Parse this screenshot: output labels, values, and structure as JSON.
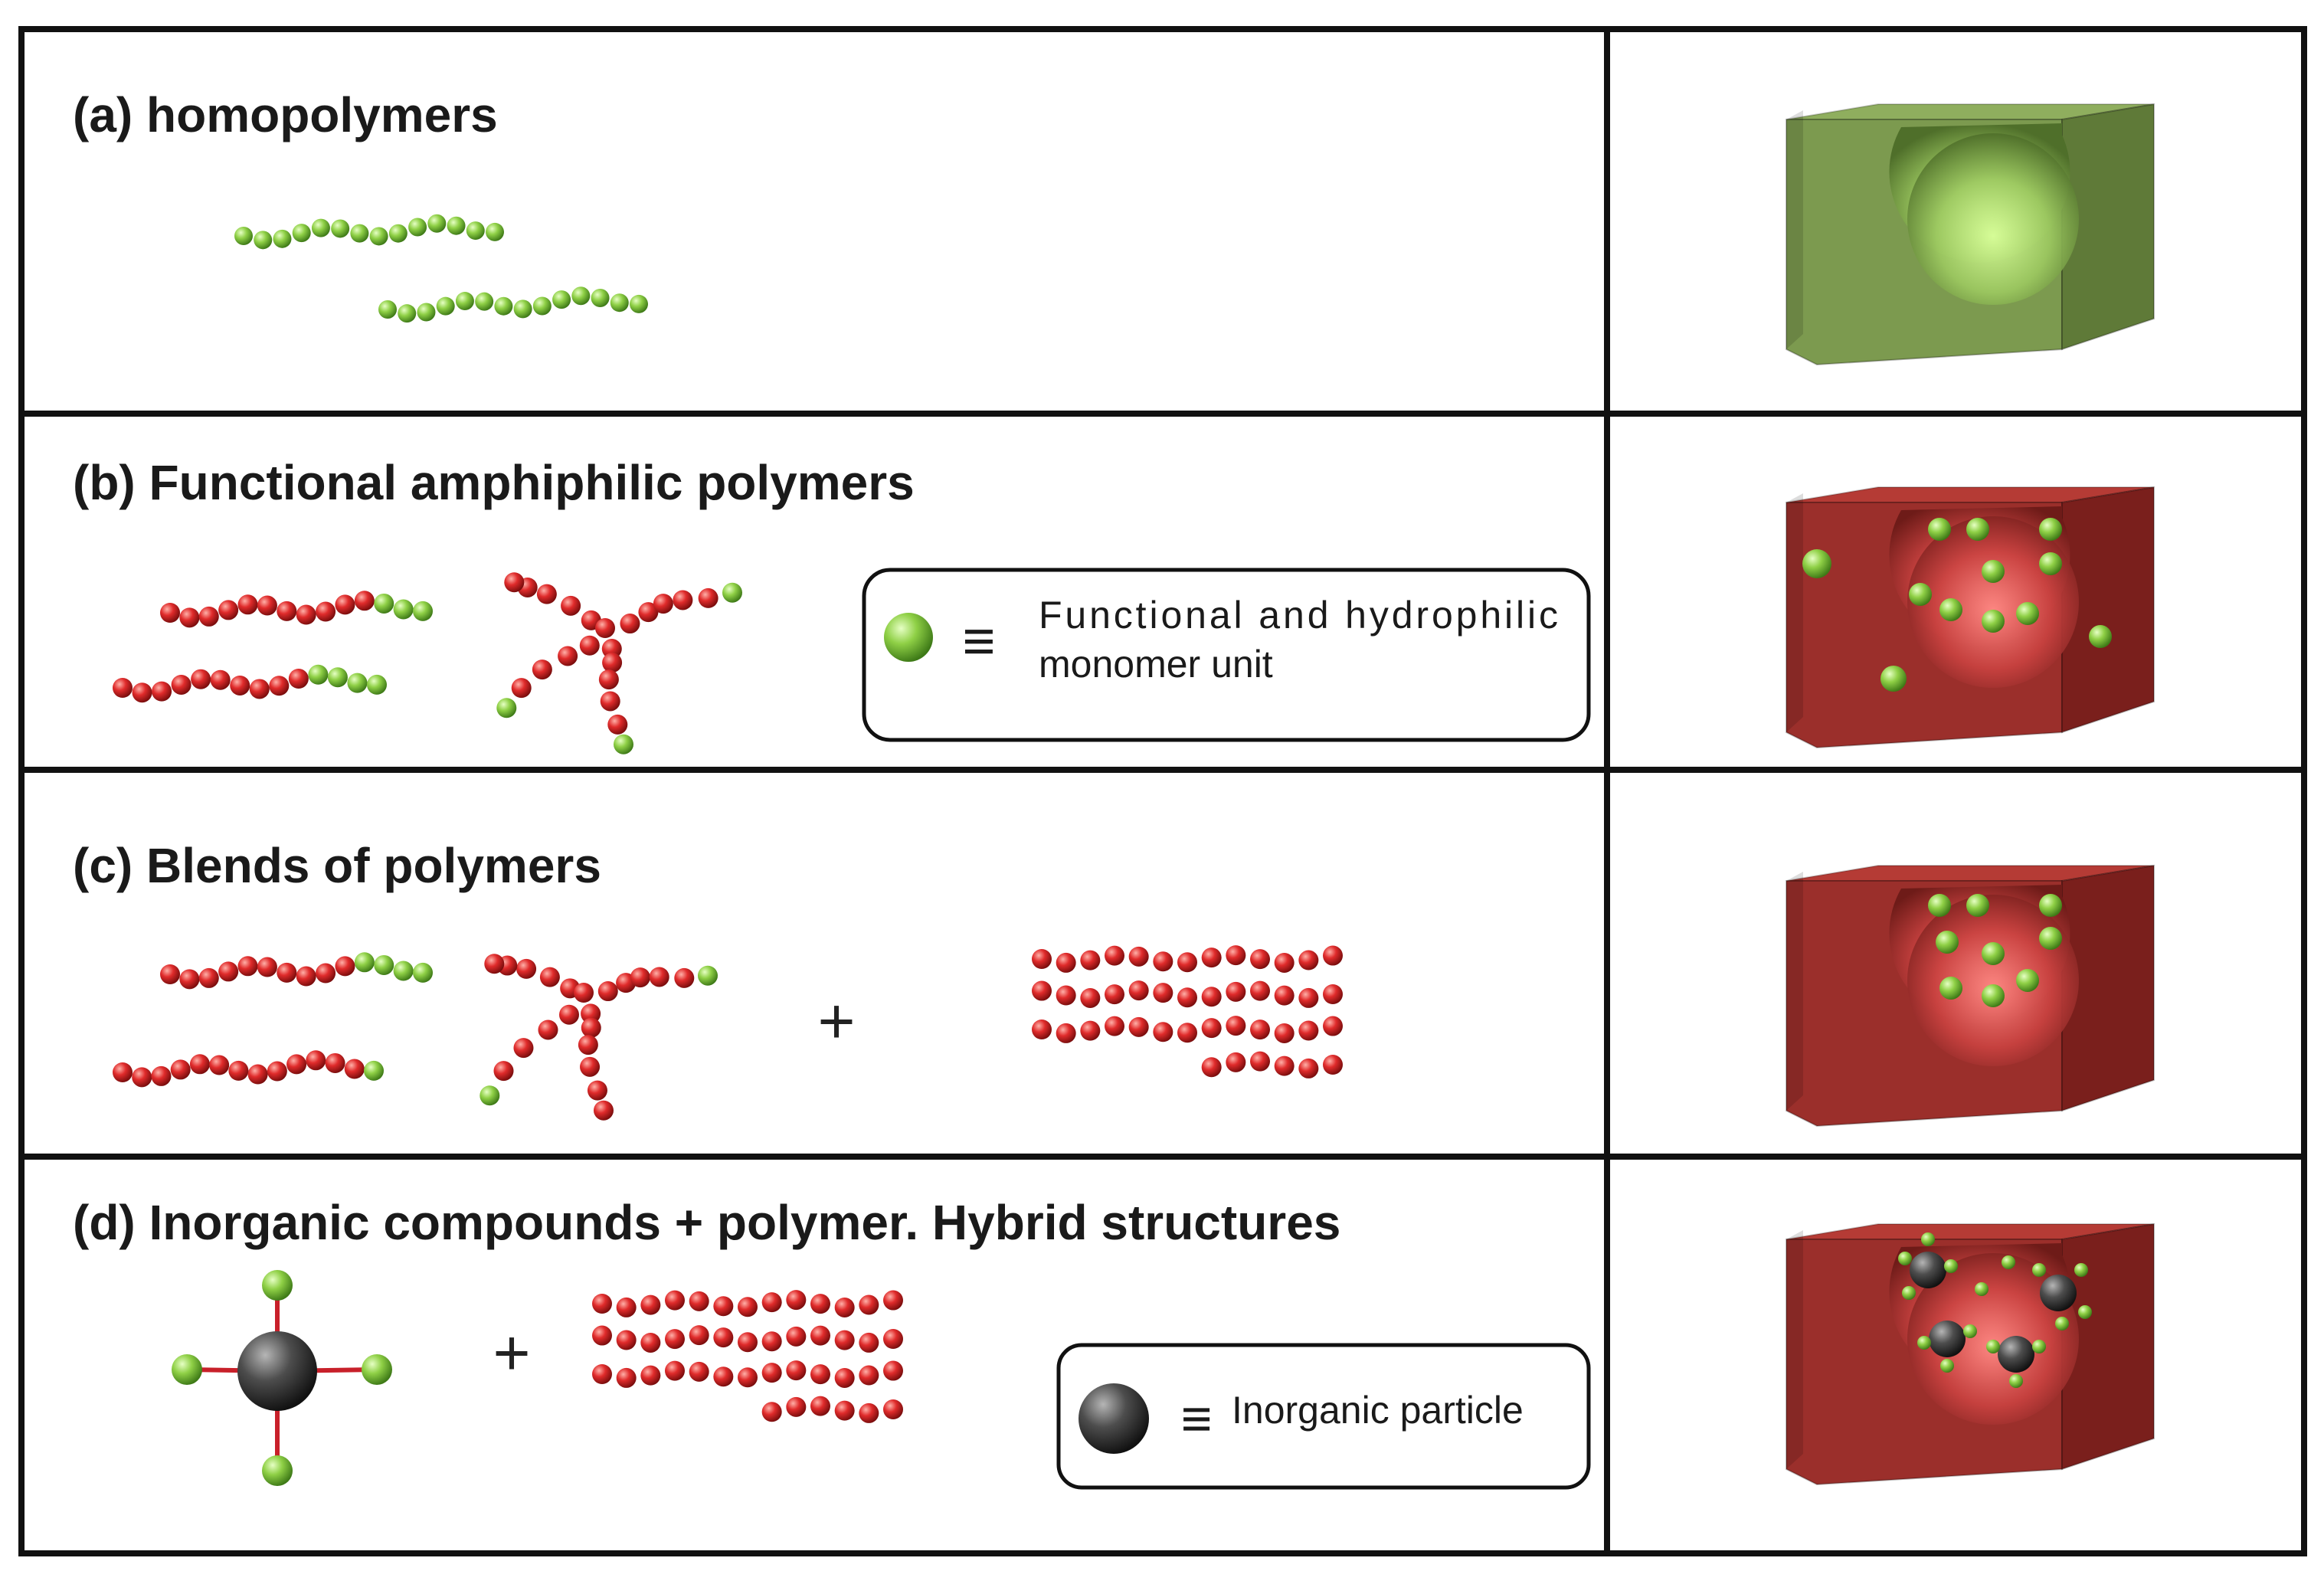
{
  "rows": [
    {
      "id": "a",
      "title": "(a) homopolymers"
    },
    {
      "id": "b",
      "title": "(b) Functional amphiphilic polymers"
    },
    {
      "id": "c",
      "title": "(c) Blends of polymers"
    },
    {
      "id": "d",
      "title": "(d) Inorganic compounds + polymer. Hybrid structures"
    }
  ],
  "legend_functional": {
    "symbol": "≡",
    "line1": "Functional and hydrophilic",
    "line2": "monomer unit"
  },
  "legend_inorganic": {
    "symbol": "≡",
    "text": "Inorganic particle"
  },
  "plus_sign": "+",
  "colors": {
    "green_monomer": "#7dc242",
    "red_monomer": "#c8202a",
    "inorganic_particle": "#3a3a3a",
    "green_block": "#7a9a4e",
    "red_block": "#9a2e2a",
    "border": "#111111"
  }
}
